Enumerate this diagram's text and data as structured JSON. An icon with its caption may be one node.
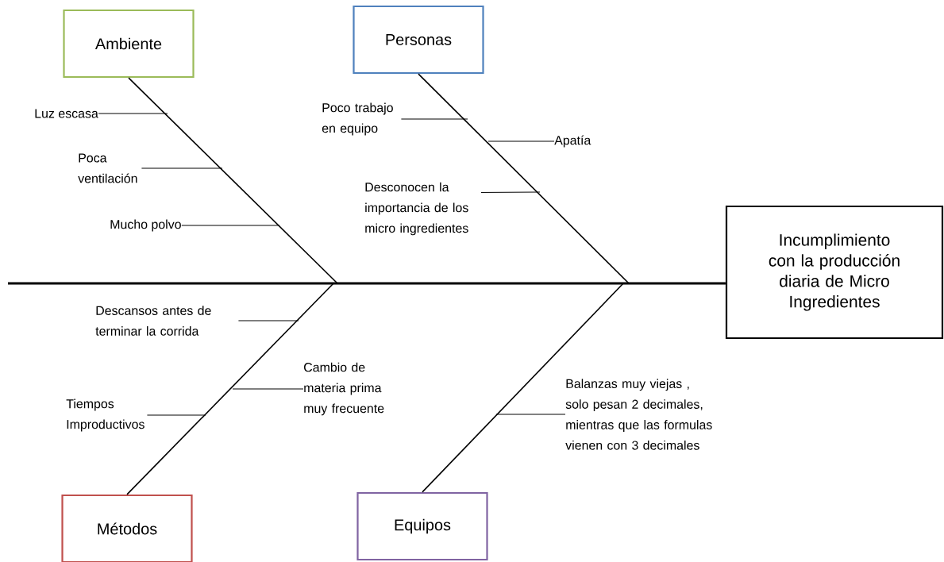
{
  "diagram": {
    "nodes": [
      {
        "text": [
          "Ambiente"
        ]
      },
      {
        "text": [
          "Personas"
        ]
      },
      {
        "text": [
          "Luz escasa"
        ]
      },
      {
        "text": [
          "Poco trabajo en equipo"
        ]
      },
      {
        "text": [
          "Apatía"
        ]
      },
      {
        "text": [
          "Poca ventilación"
        ]
      },
      {
        "text": [
          "Desconocen la importancia de los micro ingredientes"
        ]
      },
      {
        "text": [
          "Mucho polvo"
        ]
      },
      {
        "text": [
          "Incumplimiento con la producción diaria de Micro Ingredientes"
        ]
      },
      {
        "text": [
          "Descansos antes de terminar la corrida"
        ]
      },
      {
        "text": [
          "Cambio de materia prima muy frecuente"
        ]
      },
      {
        "text": [
          "Tiempos Improductivos"
        ]
      },
      {
        "text": [
          "Balanzas muy viejas , solo pesan 2 decimales, mientras que las formulas vienen con 3 decimales"
        ]
      },
      {
        "text": [
          "Métodos"
        ]
      },
      {
        "text": [
          "Equipos"
        ]
      }
    ],
    "edges": [
      {
        "from": 0,
        "to": null,
        "arrow": "none"
      },
      {
        "from": 1,
        "to": null,
        "arrow": "none"
      },
      {
        "from": 13,
        "to": null,
        "arrow": "none"
      },
      {
        "from": 14,
        "to": null,
        "arrow": "none"
      },
      {
        "from": null,
        "to": 8,
        "arrow": "none",
        "style": "thick"
      },
      {
        "from": 2,
        "to": null,
        "arrow": "none"
      },
      {
        "from": 5,
        "to": null,
        "arrow": "none"
      },
      {
        "from": 7,
        "to": null,
        "arrow": "none"
      },
      {
        "from": 3,
        "to": null,
        "arrow": "none"
      },
      {
        "from": 4,
        "to": null,
        "arrow": "none"
      },
      {
        "from": 6,
        "to": null,
        "arrow": "none"
      },
      {
        "from": 9,
        "to": null,
        "arrow": "none"
      },
      {
        "from": 10,
        "to": null,
        "arrow": "none"
      },
      {
        "from": 11,
        "to": null,
        "arrow": "none"
      },
      {
        "from": 12,
        "to": null,
        "arrow": "none"
      }
    ]
  }
}
